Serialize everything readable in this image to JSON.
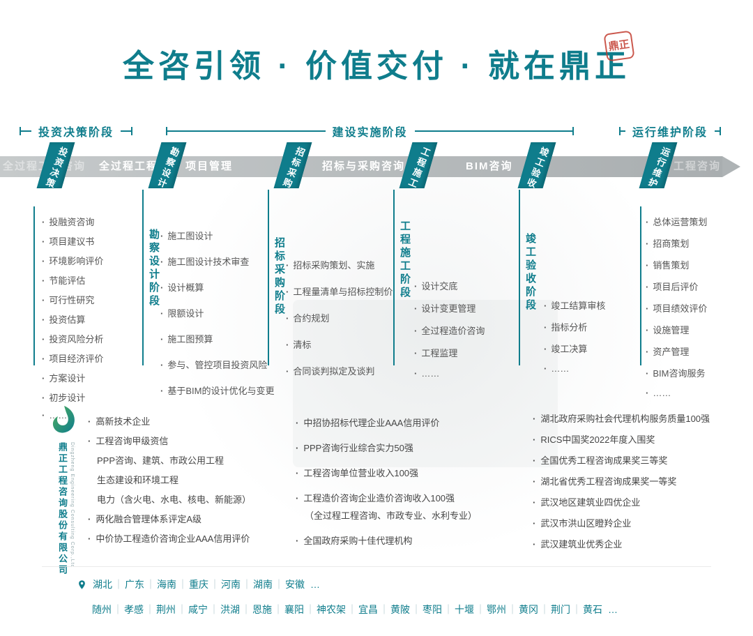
{
  "title": "全咨引领 · 价值交付 · 就在鼎正",
  "seal_text": "鼎正",
  "colors": {
    "teal": "#0f7d8c",
    "seal_red": "#c23b2e",
    "band_gray": "#a9aeb0"
  },
  "phases": {
    "invest": "投资决策阶段",
    "build": "建设实施阶段",
    "operate": "运行维护阶段"
  },
  "band": {
    "faded_left": "全过程工程咨询",
    "label_full_process": "全过程工程",
    "label_project_mgmt": "项目管理",
    "label_bidding": "招标与采购咨询",
    "label_bim": "BIM咨询",
    "faded_right": "工程咨询"
  },
  "ribbons": [
    "投资决策",
    "勘察设计",
    "招标采购",
    "工程施工",
    "竣工验收",
    "运行维护"
  ],
  "stages": {
    "invest": {
      "items": [
        "投融资咨询",
        "项目建议书",
        "环境影响评价",
        "节能评估",
        "可行性研究",
        "投资估算",
        "投资风险分析",
        "项目经济评价",
        "方案设计",
        "初步设计",
        "……"
      ]
    },
    "survey_design": {
      "header": "勘察设计阶段",
      "items": [
        "施工图设计",
        "施工图设计技术审查",
        "设计概算",
        "限额设计",
        "施工图预算",
        "参与、管控项目投资风险",
        "基于BIM的设计优化与变更"
      ]
    },
    "procurement": {
      "header": "招标采购阶段",
      "items": [
        "招标采购策划、实施",
        "工程量清单与招标控制价",
        "合约规划",
        "清标",
        "合同谈判拟定及谈判"
      ]
    },
    "construction": {
      "header": "工程施工阶段",
      "items": [
        "设计交底",
        "设计变更管理",
        "全过程造价咨询",
        "工程监理",
        "……"
      ]
    },
    "completion": {
      "header": "竣工验收阶段",
      "items": [
        "竣工结算审核",
        "指标分析",
        "竣工决算",
        "……"
      ]
    },
    "operation": {
      "items": [
        "总体运营策划",
        "招商策划",
        "销售策划",
        "项目后评价",
        "项目绩效评价",
        "设施管理",
        "资产管理",
        "BIM咨询服务",
        "……"
      ]
    }
  },
  "company": {
    "name_cn": "鼎正工程咨询股份有限公司",
    "name_en": "Dingzheng Engineering Consulting Corp.,Ltd"
  },
  "honors": {
    "left": {
      "l1": "高新技术企业",
      "l2": "工程咨询甲级资信",
      "l2a": "PPP咨询、建筑、市政公用工程",
      "l2b": "生态建设和环境工程",
      "l2c": "电力（含火电、水电、核电、新能源）",
      "l3": "两化融合管理体系评定A级",
      "l4": "中价协工程造价咨询企业AAA信用评价"
    },
    "mid": {
      "m1": "中招协招标代理企业AAA信用评价",
      "m2": "PPP咨询行业综合实力50强",
      "m3": "工程咨询单位营业收入100强",
      "m4": "工程造价咨询企业造价咨询收入100强",
      "m4a": "（全过程工程咨询、市政专业、水利专业）",
      "m5": "全国政府采购十佳代理机构"
    },
    "right": {
      "items": [
        "湖北政府采购社会代理机构服务质量100强",
        "RICS中国奖2022年度入围奖",
        "全国优秀工程咨询成果奖三等奖",
        "湖北省优秀工程咨询成果奖一等奖",
        "武汉地区建筑业四优企业",
        "武汉市洪山区瞪羚企业",
        "武汉建筑业优秀企业"
      ]
    }
  },
  "locations": {
    "provinces": [
      "湖北",
      "广东",
      "海南",
      "重庆",
      "河南",
      "湖南",
      "安徽"
    ],
    "provinces_more": "…",
    "cities": [
      "随州",
      "孝感",
      "荆州",
      "咸宁",
      "洪湖",
      "恩施",
      "襄阳",
      "神农架",
      "宜昌",
      "黄陂",
      "枣阳",
      "十堰",
      "鄂州",
      "黄冈",
      "荆门",
      "黄石"
    ],
    "cities_more": "…"
  },
  "icons": {
    "pin": "map-pin-icon",
    "seal": "company-seal-icon",
    "logo": "company-logo-icon"
  }
}
